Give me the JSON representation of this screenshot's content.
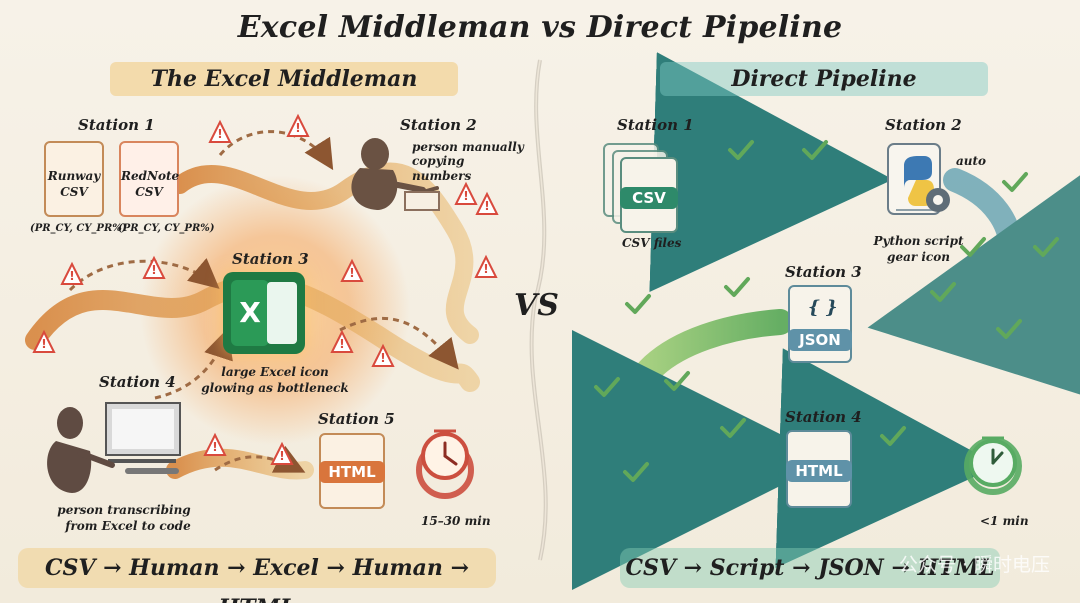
{
  "page": {
    "title": "Excel Middleman vs Direct Pipeline",
    "vs": "VS",
    "watermark": "公众号 · 瞬时电压"
  },
  "left": {
    "title": "The Excel Middleman",
    "stations": {
      "s1": "Station 1",
      "s2": "Station 2",
      "s3": "Station 3",
      "s4": "Station 4",
      "s5": "Station 5"
    },
    "runway_csv": [
      "Runway",
      "CSV"
    ],
    "rednote_csv": [
      "RedNote",
      "CSV"
    ],
    "runway_caption": "(PR_CY, CY_PR%)",
    "rednote_caption": "(PR_CY, CY_PR%)",
    "station2_caption": [
      "person manually",
      "copying numbers"
    ],
    "station3_caption": [
      "large Excel icon",
      "glowing as bottleneck"
    ],
    "station4_caption": [
      "person transcribing",
      "from Excel to code"
    ],
    "html_label": "HTML",
    "time_label": "15–30 min",
    "flow_text": "CSV → Human → Excel → Human → HTML"
  },
  "right": {
    "title": "Direct Pipeline",
    "stations": {
      "s1": "Station 1",
      "s2": "Station 2",
      "s3": "Station 3",
      "s4": "Station 4"
    },
    "csv_label": "CSV",
    "csv_caption": "CSV files",
    "station2_auto": "auto",
    "station2_caption": [
      "Python script",
      "gear icon"
    ],
    "json_label": "JSON",
    "json_symbol": "{ }",
    "html_label": "HTML",
    "time_label": "<1 min",
    "flow_text": "CSV → Script → JSON → HTML"
  },
  "colors": {
    "left_accent": "#e6a24d",
    "right_accent": "#67b9a8",
    "warning": "#d94a3d",
    "check": "#61a85a",
    "html_orange": "#d9753c",
    "teal": "#6ca7b5"
  },
  "icons": {
    "warning": "warning-icon",
    "check": "check-icon",
    "clock": "clock-icon",
    "excel": "excel-icon",
    "python": "python-icon",
    "gear": "gear-icon"
  }
}
